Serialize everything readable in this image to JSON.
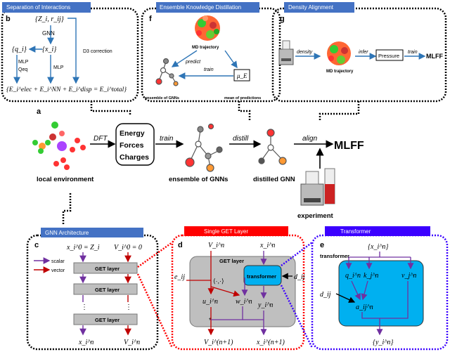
{
  "panels": {
    "b": {
      "letter": "b",
      "header": "Separation of Interactions",
      "z_r": "{Z_i, r_ij}",
      "gnn": "GNN",
      "q": "{q_i}",
      "x": "{x_i}",
      "mlp1": "MLP",
      "mlp2": "MLP",
      "qeq": "Qeq",
      "d3": "D3 correction",
      "equation": "{E_i^elec + E_i^NN + E_i^disp = E_i^total}"
    },
    "f": {
      "letter": "f",
      "header": "Ensemble Knowledge Distillation",
      "md": "MD trajectory",
      "predict": "predict",
      "train": "train",
      "mu": "μ_E",
      "ensemble": "ensemble of GNNs",
      "mean": "mean of predictions"
    },
    "g": {
      "letter": "g",
      "header": "Density Alignment",
      "density": "density",
      "md": "MD trajectory",
      "infer": "infer",
      "pressure": "Pressure",
      "train": "train",
      "mlff": "MLFF"
    },
    "a": {
      "letter": "a",
      "local": "local environment",
      "dft": "DFT",
      "box_line1": "Energy",
      "box_line2": "Forces",
      "box_line3": "Charges",
      "train": "train",
      "ensemble": "ensemble of GNNs",
      "distill": "distill",
      "distilled": "distilled GNN",
      "align": "align",
      "mlff": "MLFF",
      "experiment": "experiment"
    },
    "c": {
      "letter": "c",
      "header": "GNN Architecture",
      "init1": "x_i^0 = Z_i",
      "init2": "V_i^0 = 0",
      "legend_scalar": "scalar",
      "legend_vector": "vector",
      "layer1": "GET layer",
      "layer2": "GET layer",
      "dots": "⋮",
      "layer3": "GET layer",
      "out1": "x_i^n",
      "out2": "V_i^n"
    },
    "d": {
      "letter": "d",
      "header": "Single GET Layer",
      "vin": "V_i^n",
      "xin": "x_i^n",
      "box": "GET layer",
      "transformer": "transformer",
      "e": "e_ij",
      "dot": "⟨·,·⟩",
      "d": "d_ij",
      "u": "u_i^n",
      "w": "w_i^n",
      "y": "y_i^n",
      "star": "*",
      "vout": "V_i^(n+1)",
      "xout": "x_i^(n+1)"
    },
    "e": {
      "letter": "e",
      "header": "Transformer",
      "xin": "{x_i^n}",
      "label": "transformer",
      "q": "q_i^n",
      "k": "k_j^n",
      "v": "v_j^n",
      "d": "d_ij",
      "a": "a_ij^n",
      "out": "{y_i^n}"
    }
  },
  "colors": {
    "header_blue": "#4472c4",
    "header_red": "#ff0000",
    "header_purple": "#3b00ff",
    "arrow_blue": "#2e75b6",
    "arrow_purple": "#7030a0",
    "arrow_red": "#c00000",
    "cyan": "#00b0f0",
    "gray": "#bfbfbf",
    "red_dot": "#ff0000",
    "blue_dot": "#3300ff"
  }
}
